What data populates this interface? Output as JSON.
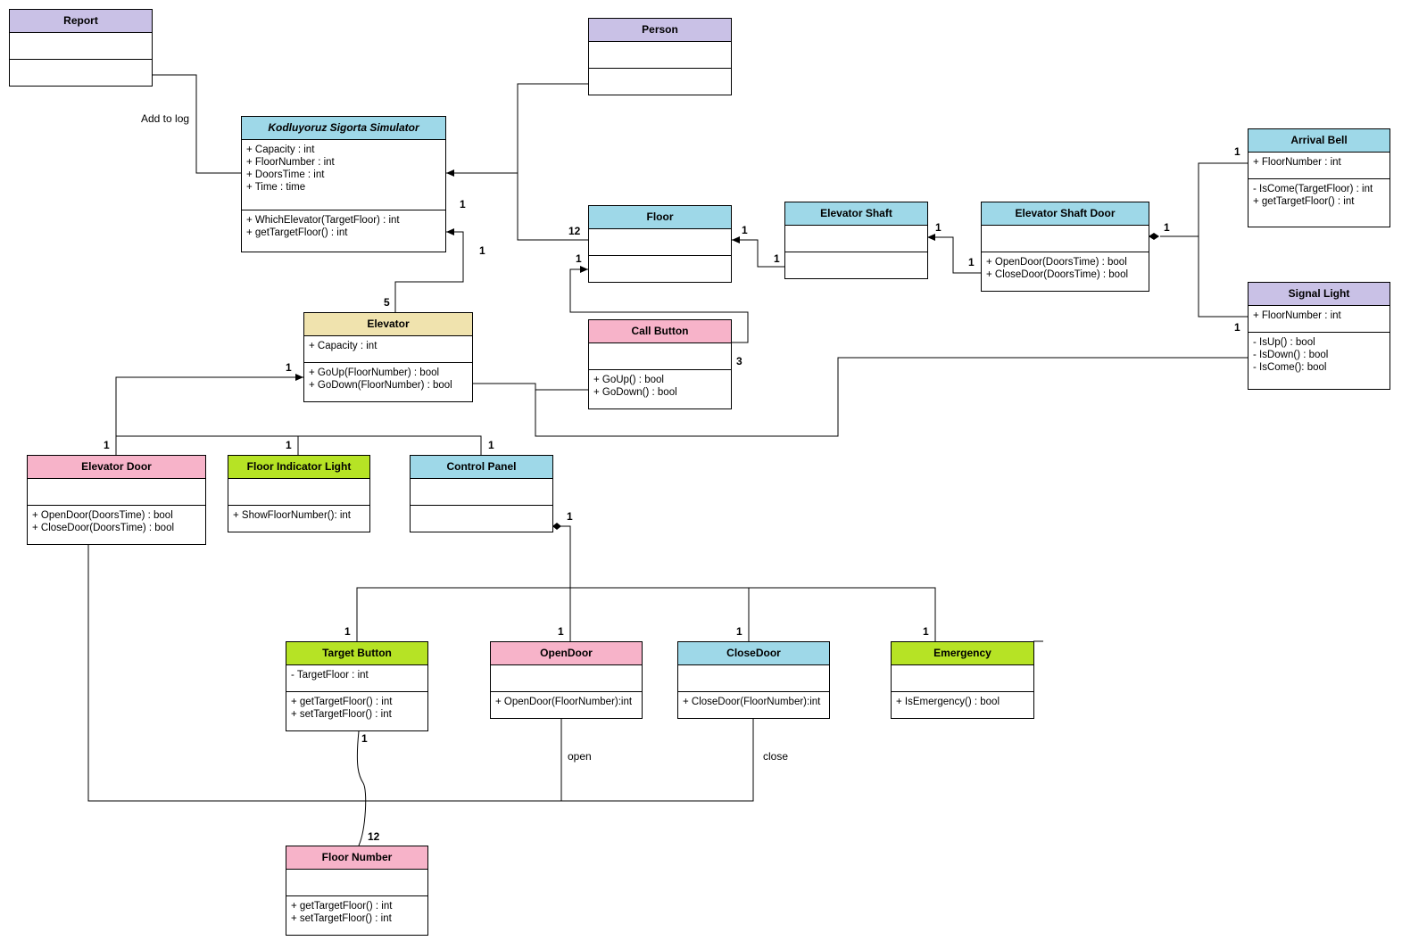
{
  "colors": {
    "purple": "#c9c1e6",
    "blue": "#9ed8e8",
    "yellow": "#f0e3ae",
    "pink": "#f7b3c9",
    "green": "#b6e325"
  },
  "classes": {
    "report": {
      "name": "Report",
      "attrs": [],
      "methods": []
    },
    "person": {
      "name": "Person",
      "attrs": [],
      "methods": []
    },
    "simulator": {
      "name": "Kodluyoruz Sigorta Simulator",
      "attrs": [
        "+ Capacity : int",
        "+ FloorNumber : int",
        "+ DoorsTime : int",
        "+ Time : time"
      ],
      "methods": [
        "+ WhichElevator(TargetFloor) : int",
        "+ getTargetFloor() : int"
      ]
    },
    "floor": {
      "name": "Floor",
      "attrs": [],
      "methods": []
    },
    "elevator_shaft": {
      "name": "Elevator Shaft",
      "attrs": [],
      "methods": []
    },
    "elevator_shaft_door": {
      "name": "Elevator Shaft Door",
      "attrs": [],
      "methods": [
        "+ OpenDoor(DoorsTime) : bool",
        "+ CloseDoor(DoorsTime) : bool"
      ]
    },
    "arrival_bell": {
      "name": "Arrival Bell",
      "attrs": [
        "+ FloorNumber : int"
      ],
      "methods": [
        "- IsCome(TargetFloor) : int",
        "+ getTargetFloor() : int"
      ]
    },
    "signal_light": {
      "name": "Signal Light",
      "attrs": [
        "+ FloorNumber : int"
      ],
      "methods": [
        "- IsUp() : bool",
        "- IsDown() : bool",
        "- IsCome(): bool"
      ]
    },
    "elevator": {
      "name": "Elevator",
      "attrs": [
        "+ Capacity : int"
      ],
      "methods": [
        "+ GoUp(FloorNumber) : bool",
        "+ GoDown(FloorNumber) : bool"
      ]
    },
    "call_button": {
      "name": "Call Button",
      "attrs": [],
      "methods": [
        "+ GoUp() : bool",
        "+ GoDown() : bool"
      ]
    },
    "elevator_door": {
      "name": "Elevator Door",
      "attrs": [],
      "methods": [
        "+ OpenDoor(DoorsTime) : bool",
        "+ CloseDoor(DoorsTime) : bool"
      ]
    },
    "floor_indicator_light": {
      "name": "Floor Indicator Light",
      "attrs": [],
      "methods": [
        "+ ShowFloorNumber(): int"
      ]
    },
    "control_panel": {
      "name": "Control Panel",
      "attrs": [],
      "methods": []
    },
    "target_button": {
      "name": "Target Button",
      "attrs": [
        "- TargetFloor : int"
      ],
      "methods": [
        "+ getTargetFloor() : int",
        "+ setTargetFloor() : int"
      ]
    },
    "open_door": {
      "name": "OpenDoor",
      "attrs": [],
      "methods": [
        "+ OpenDoor(FloorNumber):int"
      ]
    },
    "close_door": {
      "name": "CloseDoor",
      "attrs": [],
      "methods": [
        "+ CloseDoor(FloorNumber):int"
      ]
    },
    "emergency": {
      "name": "Emergency",
      "attrs": [],
      "methods": [
        "+ IsEmergency() : bool"
      ]
    },
    "floor_number": {
      "name": "Floor Number",
      "attrs": [],
      "methods": [
        "+ getTargetFloor() : int",
        "+ setTargetFloor() : int"
      ]
    }
  },
  "edge_labels": {
    "add_to_log": "Add to log",
    "open": "open",
    "close": "close"
  },
  "multiplicities": {
    "sim_elevator_top": "1",
    "sim_elevator_mid": "1",
    "elevator_to_sim": "5",
    "floor_person": "12",
    "floor_from_shaft": "1",
    "shaft_at_floor": "1",
    "shaft_from_shaftdoor": "1",
    "shaftdoor_at_shaft": "1",
    "shaftdoor_diamond": "1",
    "arrival_bell": "1",
    "signal_light": "1",
    "floor_callbutton": "1",
    "callbutton_loop": "3",
    "elevator_arrow": "1",
    "elevator_door": "1",
    "floor_indicator": "1",
    "control_panel": "1",
    "control_panel_diamond": "1",
    "target_button": "1",
    "open_door": "1",
    "close_door": "1",
    "emergency": "1",
    "target_button_bottom": "1",
    "floor_number": "12"
  }
}
